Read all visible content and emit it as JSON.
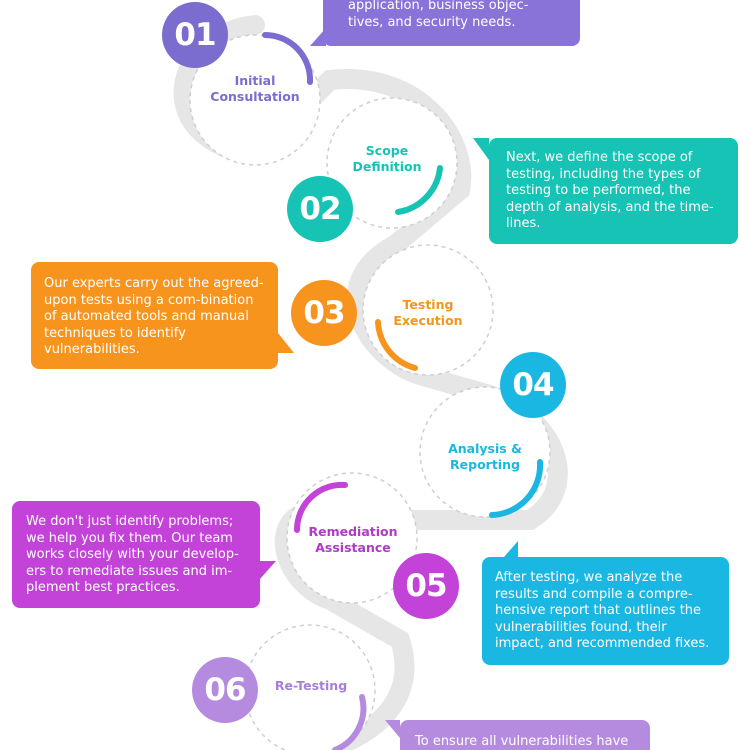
{
  "colors": {
    "purple": "#7b6ccf",
    "teal": "#17c3b4",
    "orange": "#f7941d",
    "blue": "#1bb7e3",
    "magenta": "#c343d8",
    "lavender": "#b58be0",
    "track": "#e6e6e6"
  },
  "steps": [
    {
      "number": "01",
      "title": "Initial\nConsultation",
      "color": "purple",
      "text": "application, business objec-\ntives, and security needs."
    },
    {
      "number": "02",
      "title": "Scope\nDefinition",
      "color": "teal",
      "text": "Next, we define the scope of testing, including the types of testing to be performed, the depth of analysis, and the time-lines."
    },
    {
      "number": "03",
      "title": "Testing\nExecution",
      "color": "orange",
      "text": "Our experts carry out the agreed-upon tests using a com-bination of automated tools and manual techniques to identify vulnerabilities."
    },
    {
      "number": "04",
      "title": "Analysis &\nReporting",
      "color": "blue",
      "text": "After testing, we analyze the results and compile a compre-hensive report that outlines the vulnerabilities found, their impact, and recommended fixes."
    },
    {
      "number": "05",
      "title": "Remediation\nAssistance",
      "color": "magenta",
      "text": "We don't just identify problems; we help you fix them. Our team works closely with your develop-ers to remediate issues and im-plement best practices."
    },
    {
      "number": "06",
      "title": "Re-Testing",
      "color": "lavender",
      "text": "To ensure all vulnerabilities have"
    }
  ]
}
